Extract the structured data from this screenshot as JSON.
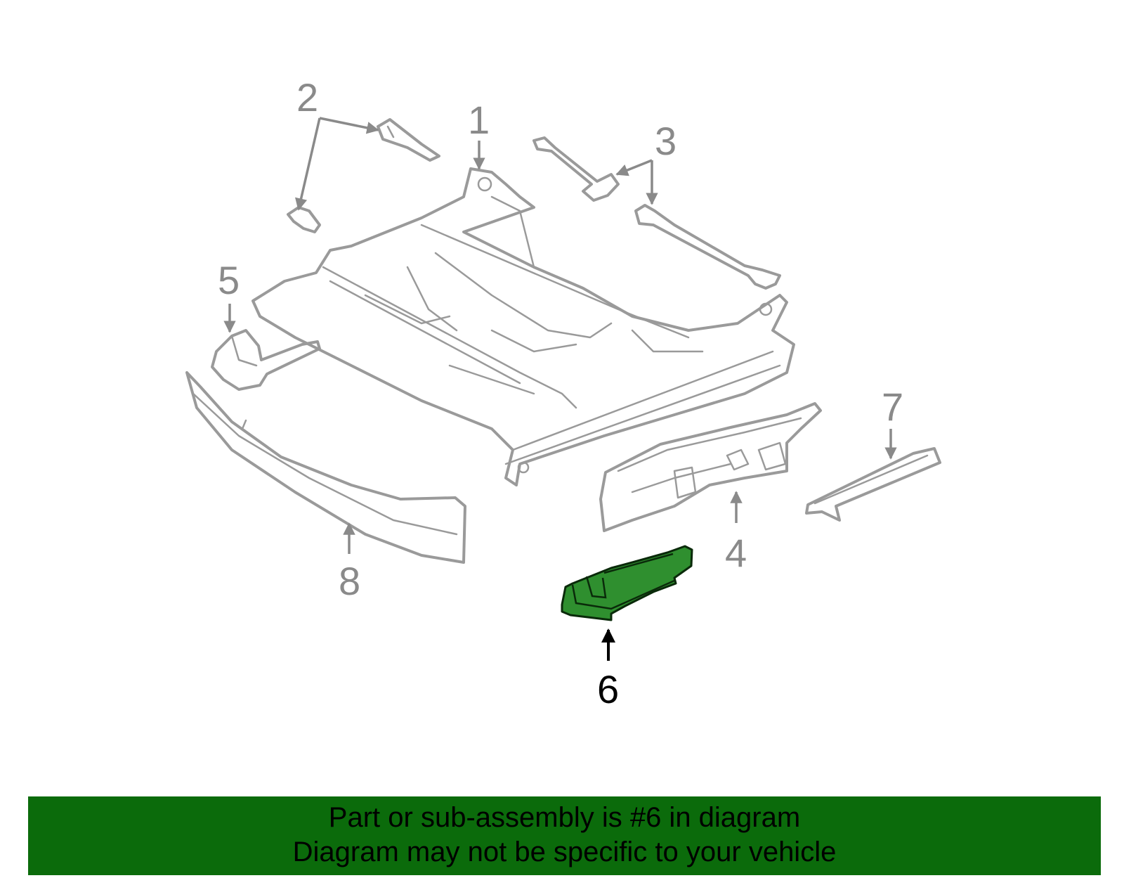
{
  "colors": {
    "banner_bg": "#0b6b0b",
    "highlight_fill": "#2f8f2f",
    "highlight_stroke": "#0a2a0a",
    "line_gray": "#9a9a9a",
    "label_gray": "#8a8a8a",
    "label_active": "#000000"
  },
  "callouts": {
    "c1": "1",
    "c2": "2",
    "c3": "3",
    "c4": "4",
    "c5": "5",
    "c6": "6",
    "c7": "7",
    "c8": "8"
  },
  "highlighted_part": "6",
  "banner": {
    "line1": "Part or sub-assembly is #6 in diagram",
    "line2": "Diagram may not be specific to your vehicle"
  }
}
